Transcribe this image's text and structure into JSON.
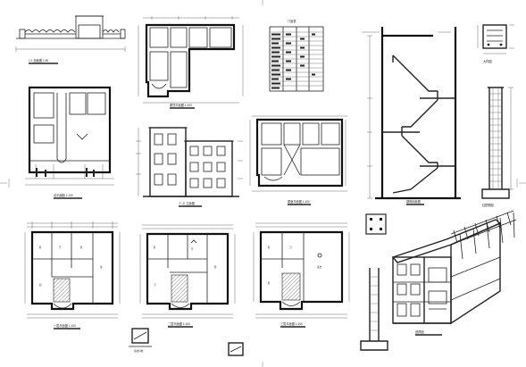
{
  "sheet": {
    "watermark": {
      "brand": "",
      "url": ""
    }
  },
  "views": [
    {
      "id": "gate-elevation",
      "caption": "1-1 剖面图 1:50"
    },
    {
      "id": "upper-roof-plan",
      "caption": "屋顶平面图 1:100"
    },
    {
      "id": "opening-table",
      "caption": "门窗表"
    },
    {
      "id": "stair-section",
      "caption": "楼梯剖面图"
    },
    {
      "id": "stair-detail",
      "caption": "大样图"
    },
    {
      "id": "site-plan",
      "caption": "总平面图 1:100"
    },
    {
      "id": "front-elevation",
      "caption": "①-⑧ 立面图"
    },
    {
      "id": "second-roof-plan",
      "caption": "屋面平面图 1:100"
    },
    {
      "id": "column-elevation",
      "caption": "柱配筋图"
    },
    {
      "id": "first-floor-plan",
      "caption": "一层平面图 1:100"
    },
    {
      "id": "second-floor-plan",
      "caption": "二层平面图 1:100"
    },
    {
      "id": "third-floor-plan",
      "caption": "三层平面图 1:100"
    },
    {
      "id": "footing-section",
      "caption": "基础详图"
    },
    {
      "id": "perspective",
      "caption": "透视图"
    }
  ]
}
